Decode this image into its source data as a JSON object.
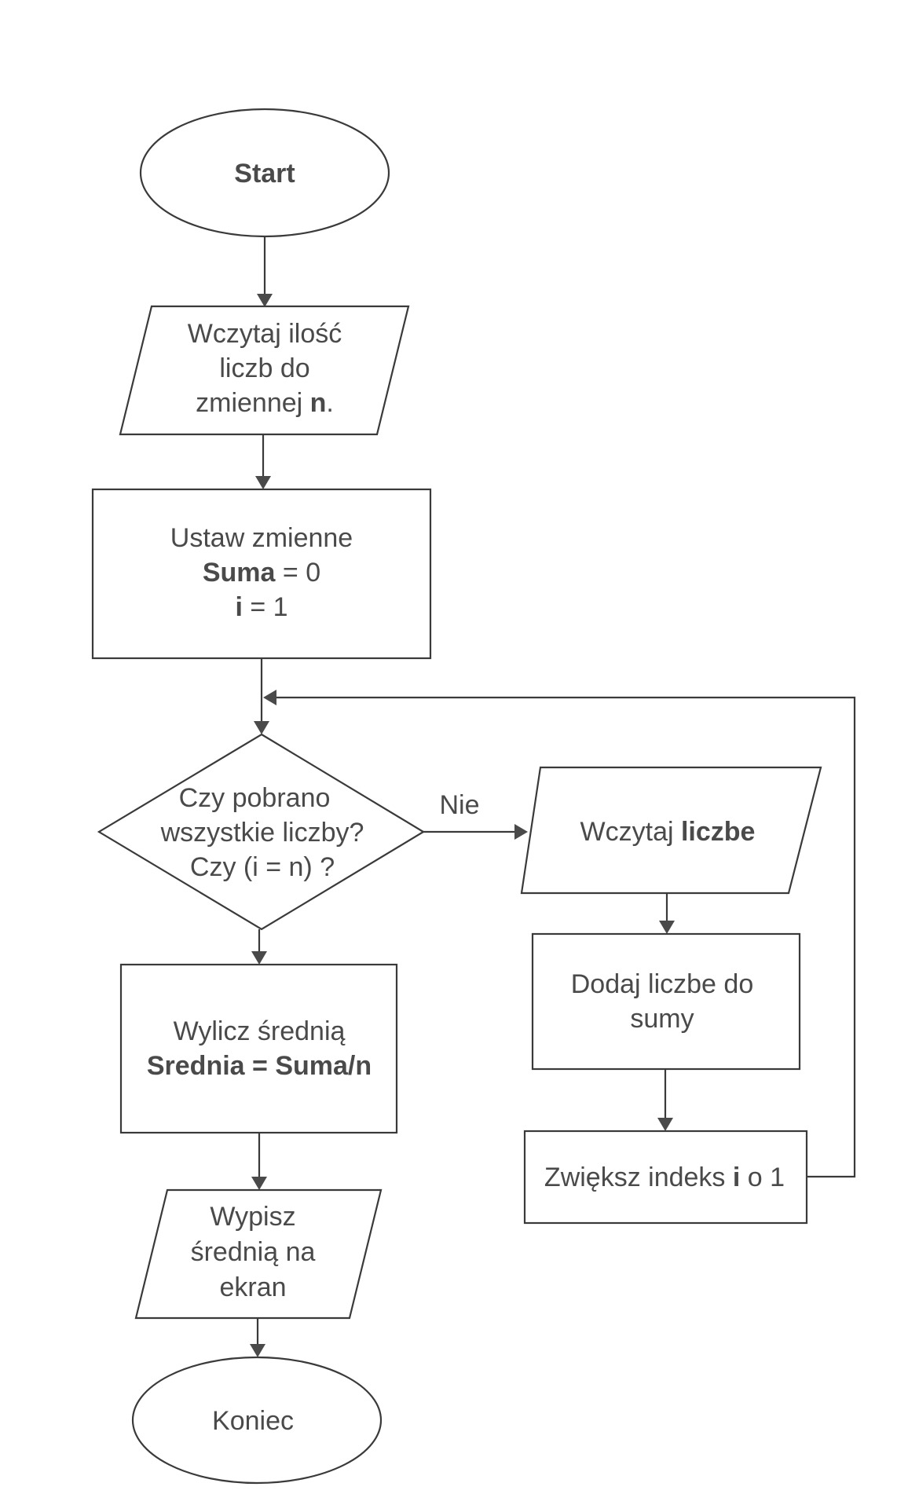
{
  "flowchart": {
    "start": "Start",
    "input_n": {
      "lines": [
        "Wczytaj ilość",
        "liczb do"
      ],
      "line3_prefix": "zmiennej ",
      "line3_var": "n",
      "line3_suffix": "."
    },
    "init": {
      "line1": "Ustaw zmienne",
      "line2_var": "Suma",
      "line2_rest": " = 0",
      "line3_var": "i",
      "line3_rest": " = 1"
    },
    "decision": {
      "line1": "Czy pobrano",
      "line2": "wszystkie liczby?",
      "line3": "Czy (i = n) ?"
    },
    "no_label": "Nie",
    "read_number": {
      "prefix": "Wczytaj ",
      "var": "liczbe"
    },
    "add_sum": {
      "line1": "Dodaj liczbe do",
      "line2": "sumy"
    },
    "increment": {
      "prefix": "Zwiększ indeks ",
      "var": "i",
      "suffix": " o 1"
    },
    "compute_avg": {
      "line1": "Wylicz średnią",
      "line2": "Srednia = Suma/n"
    },
    "print_avg": {
      "line1": "Wypisz",
      "line2": "średnią na",
      "line3": "ekran"
    },
    "end": "Koniec"
  }
}
